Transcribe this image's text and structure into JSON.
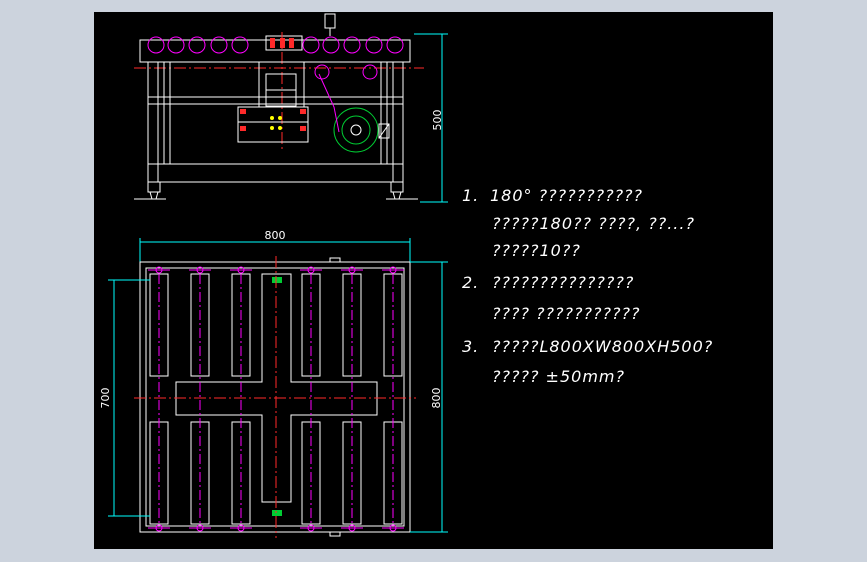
{
  "drawing": {
    "colors": {
      "frame": "#ffffff",
      "roller": "#ff00ff",
      "center_line": "#ff2a2a",
      "dimension": "#00ffff",
      "motor": "#00cc33",
      "accent_yellow": "#ffff00",
      "background": "#000000",
      "outer": "#ccd3dd"
    },
    "front_view": {
      "height_dimension": "500"
    },
    "top_view": {
      "width_dimension": "800",
      "depth_dimension": "700",
      "side_dimension": "800"
    }
  },
  "notes": [
    {
      "number": "1.",
      "lines": [
        "180° ???????????",
        "?????180??          ????,   ??...?",
        "?????10??"
      ]
    },
    {
      "number": "2.",
      "lines": [
        "???????????????",
        "????        ???????????"
      ]
    },
    {
      "number": "3.",
      "lines": [
        "?????L800XW800XH500?",
        "?????              ±50mm?"
      ]
    }
  ]
}
